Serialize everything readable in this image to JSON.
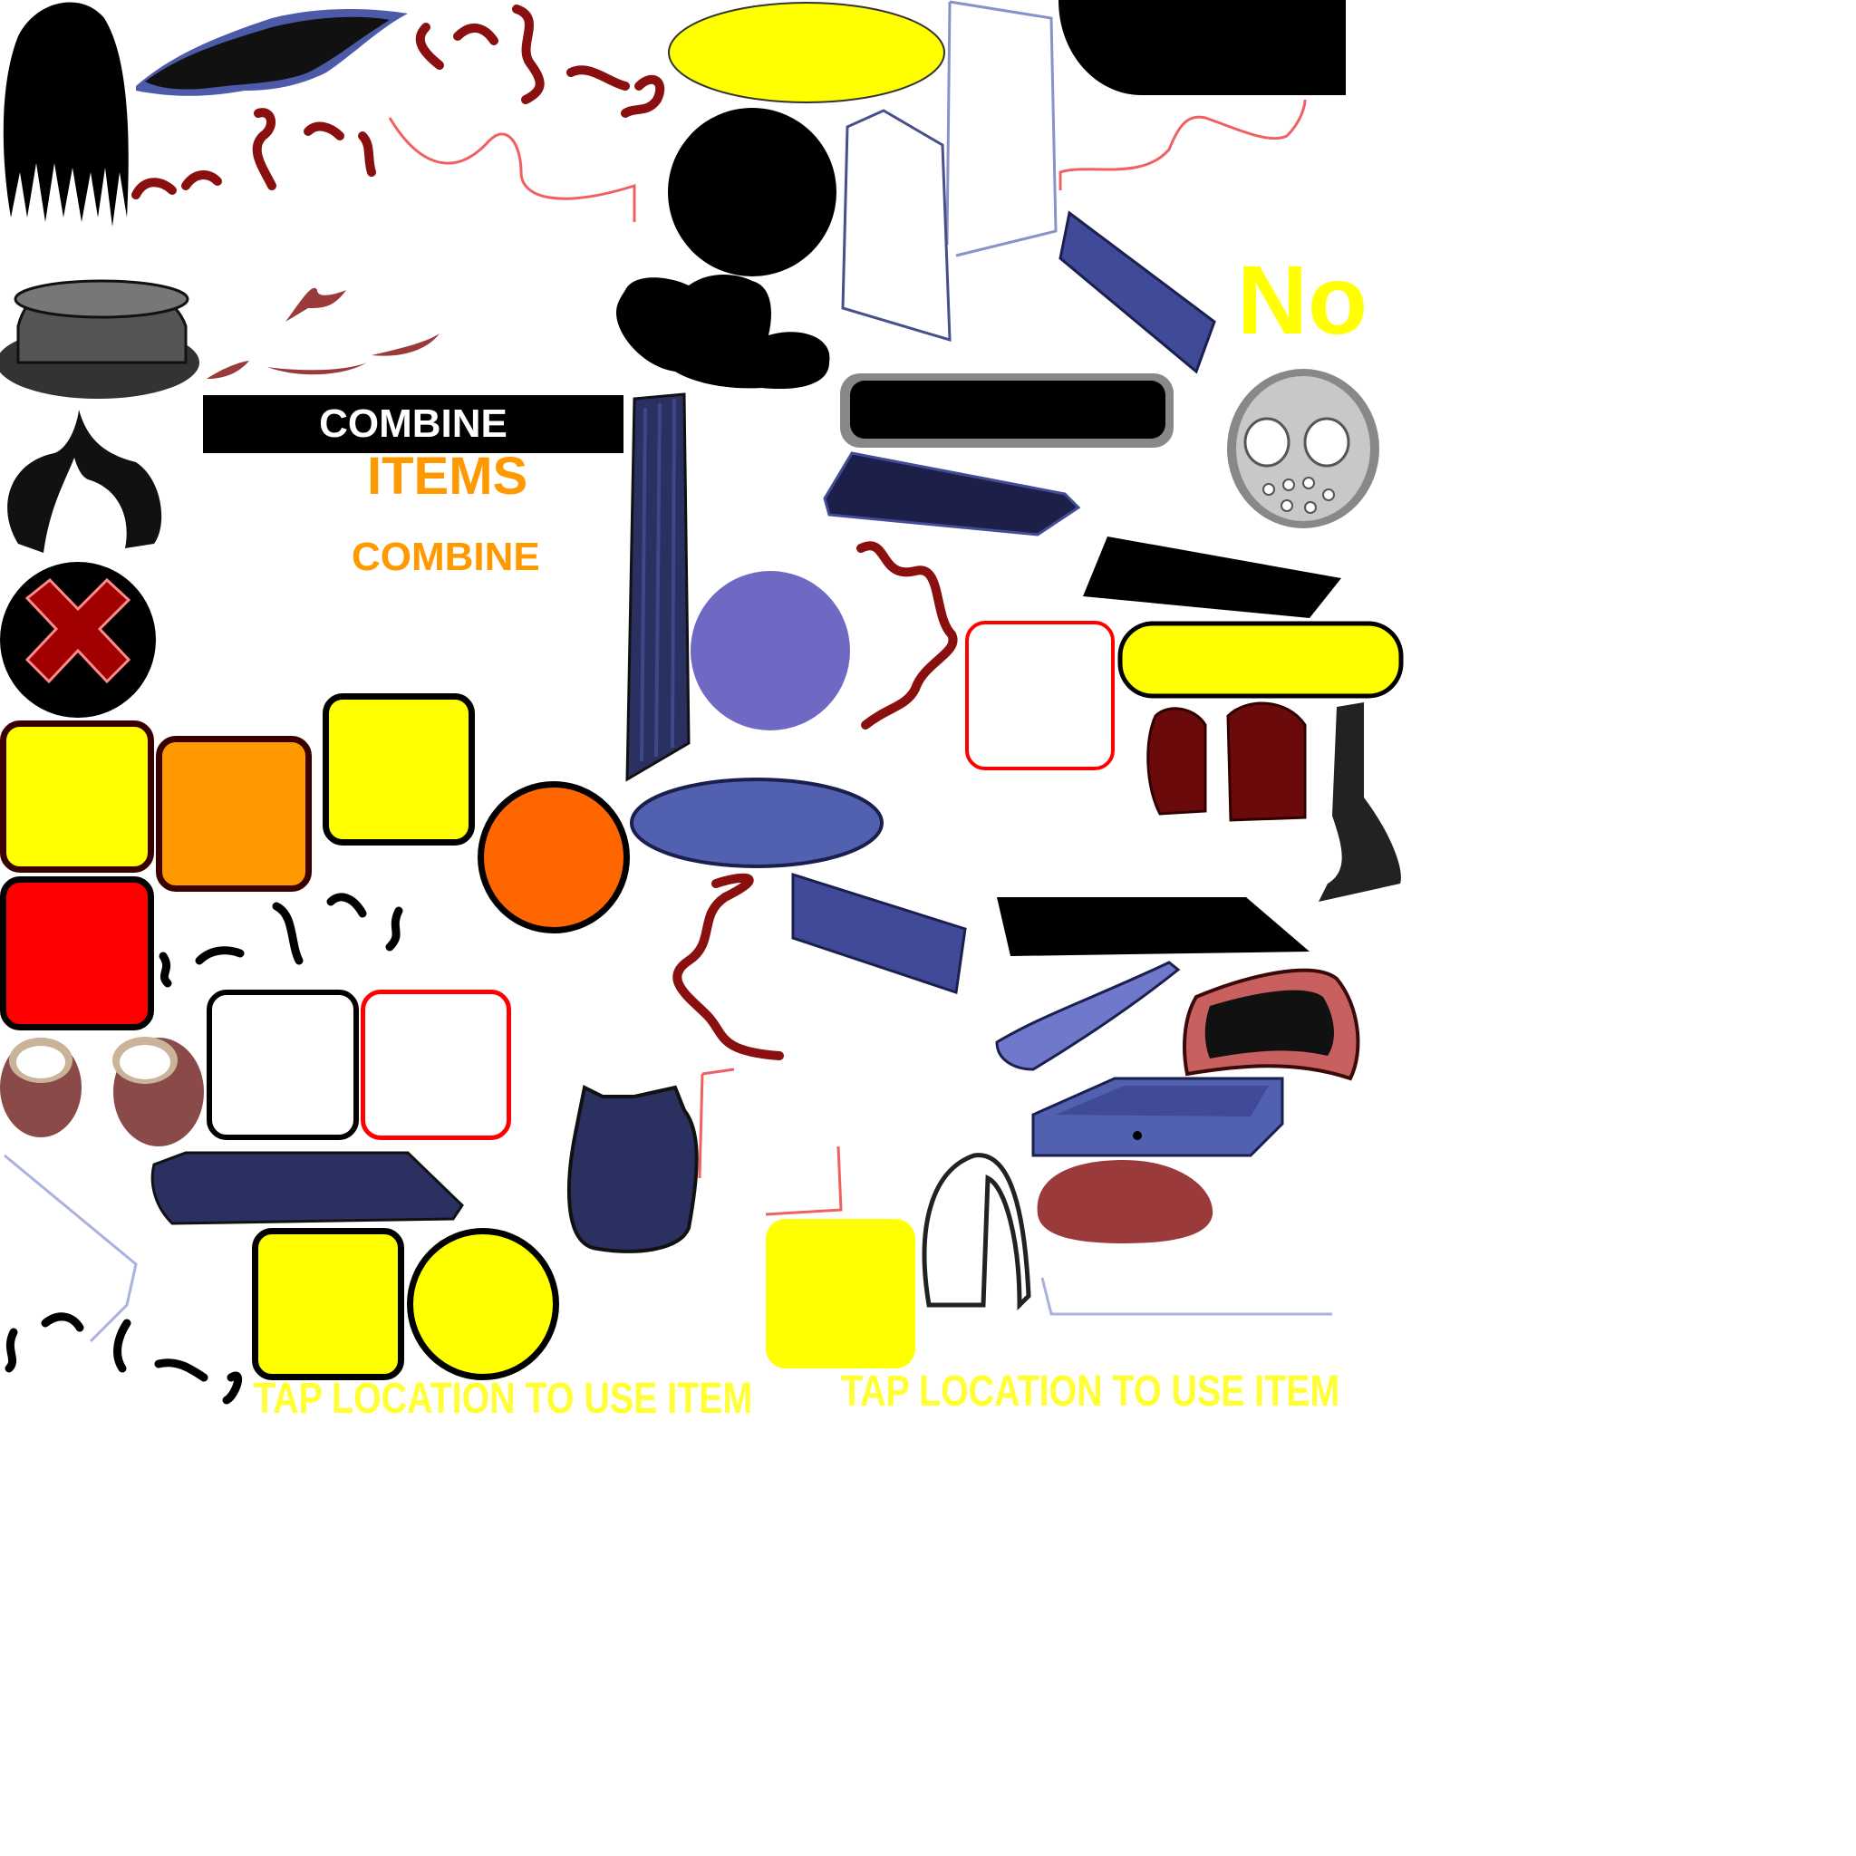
{
  "sheet": {
    "labels": {
      "combine_banner": "COMBINE",
      "items": "ITEMS",
      "combine_orange": "COMBINE",
      "no": "No",
      "tap_hint_1": "TAP LOCATION TO USE ITEM",
      "tap_hint_2": "TAP LOCATION TO USE ITEM"
    },
    "icons": [
      "hair-strands-icon",
      "cape-icon",
      "worm-icon",
      "hat-icon",
      "mustache-icon",
      "close-x-icon",
      "skull-mask-icon",
      "mouth-icon",
      "drawer-icon",
      "shoes-icon",
      "backpack-icon",
      "blue-plank-icon",
      "scarf-icon",
      "boot-icon"
    ],
    "colors": {
      "yellow": "#ffff00",
      "orange": "#ff9900",
      "dark_orange": "#ff6600",
      "red": "#ff0000",
      "navy": "#2a3060",
      "periwinkle": "#6f69c4",
      "blob_red": "#9b3a3a"
    }
  }
}
